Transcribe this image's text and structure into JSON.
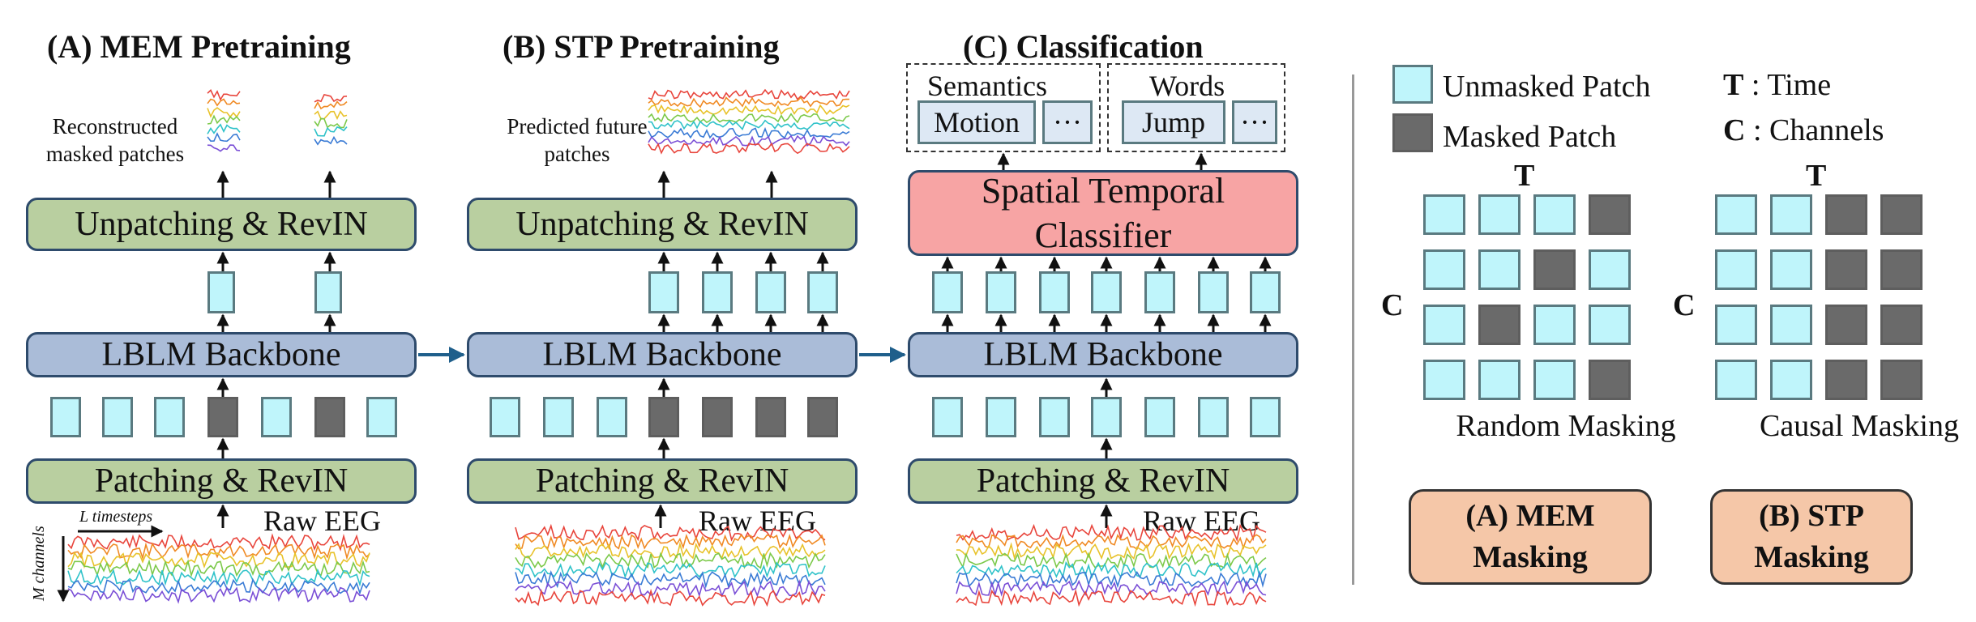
{
  "panels": {
    "mem": {
      "title": "(A)  MEM Pretraining",
      "recon": "Reconstructed masked patches",
      "unpatch": "Unpatching & RevIN",
      "backbone": "LBLM Backbone",
      "patching": "Patching & RevIN",
      "raw": "Raw EEG",
      "l_timesteps": "L timesteps",
      "m_channels": "M channels"
    },
    "stp": {
      "title": "(B)  STP Pretraining",
      "predicted": "Predicted future patches",
      "unpatch": "Unpatching & RevIN",
      "backbone": "LBLM Backbone",
      "patching": "Patching & RevIN",
      "raw": "Raw EEG"
    },
    "cls": {
      "title": "(C)  Classification",
      "semantics": "Semantics",
      "words": "Words",
      "motion": "Motion",
      "jump": "Jump",
      "ellipsis": "···",
      "classifier": "Spatial Temporal Classifier",
      "backbone": "LBLM Backbone",
      "patching": "Patching & RevIN",
      "raw": "Raw EEG"
    }
  },
  "mem_patch_mask": [
    0,
    0,
    0,
    1,
    0,
    1,
    0
  ],
  "stp_patch_mask": [
    0,
    0,
    0,
    1,
    1,
    1,
    1
  ],
  "legend": {
    "unmasked": "Unmasked Patch",
    "masked": "Masked Patch",
    "t_key": "T",
    "t_label": " : Time",
    "c_key": "C",
    "c_label": " : Channels"
  },
  "grids": {
    "random": {
      "t": "T",
      "c": "C",
      "caption": "Random Masking",
      "box": "(A) MEM Masking",
      "mask": [
        [
          0,
          0,
          0,
          1
        ],
        [
          0,
          0,
          1,
          0
        ],
        [
          0,
          1,
          0,
          0
        ],
        [
          0,
          0,
          0,
          1
        ]
      ]
    },
    "causal": {
      "t": "T",
      "c": "C",
      "caption": "Causal Masking",
      "box": "(B) STP Masking",
      "mask": [
        [
          0,
          0,
          1,
          1
        ],
        [
          0,
          0,
          1,
          1
        ],
        [
          0,
          0,
          1,
          1
        ],
        [
          0,
          0,
          1,
          1
        ]
      ]
    }
  },
  "colors": {
    "unmasked": "#bff5fb",
    "masked": "#6a6a6a",
    "green": "#b9cfa0",
    "blue": "#aabcd8",
    "red": "#f7a4a4",
    "orange": "#f5c7a8",
    "arrow": "#1f5f8b"
  }
}
